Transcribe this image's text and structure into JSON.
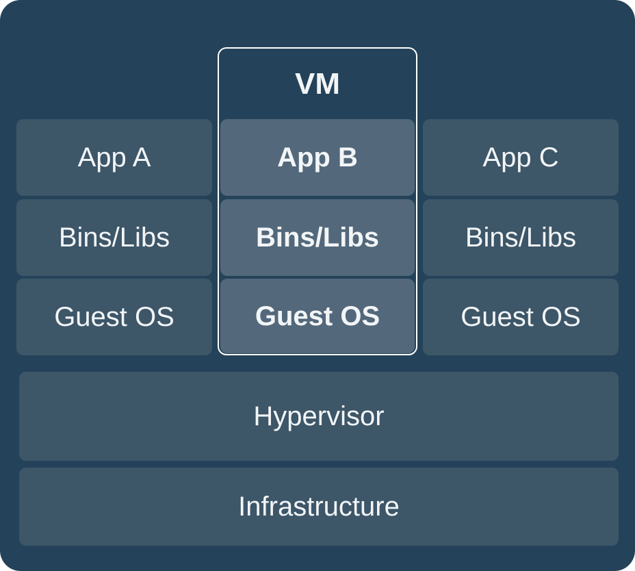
{
  "diagram": {
    "vm_label": "VM",
    "columns": [
      {
        "name": "column-a",
        "highlighted": false,
        "cells": [
          {
            "label": "App A"
          },
          {
            "label": "Bins/Libs"
          },
          {
            "label": "Guest OS"
          }
        ]
      },
      {
        "name": "column-b",
        "highlighted": true,
        "cells": [
          {
            "label": "App B"
          },
          {
            "label": "Bins/Libs"
          },
          {
            "label": "Guest OS"
          }
        ]
      },
      {
        "name": "column-c",
        "highlighted": false,
        "cells": [
          {
            "label": "App C"
          },
          {
            "label": "Bins/Libs"
          },
          {
            "label": "Guest OS"
          }
        ]
      }
    ],
    "layers": [
      {
        "label": "Hypervisor"
      },
      {
        "label": "Infrastructure"
      }
    ],
    "colors": {
      "page_background": "#FFFFFF",
      "canvas_background": "#24435A",
      "cell_background": "#3D5668",
      "highlight_cell_background": "#53687A",
      "vm_border": "#FFFFFF",
      "text": "#F2F5F7"
    }
  }
}
